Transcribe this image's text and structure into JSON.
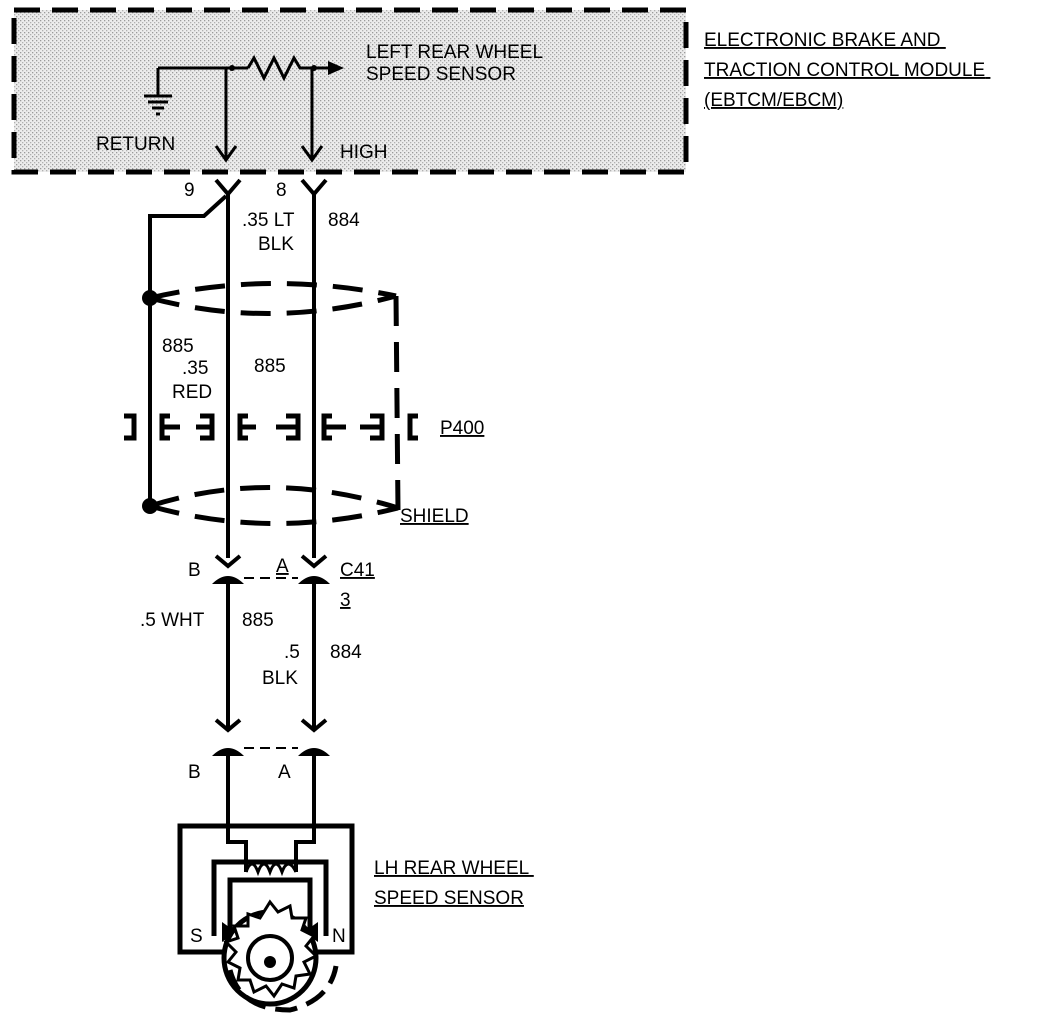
{
  "module": {
    "title_lines": [
      "ELECTRONIC BRAKE AND",
      "TRACTION CONTROL MODULE",
      "(EBTCM/EBCM)"
    ],
    "internal_label_lines": [
      "LEFT REAR WHEEL",
      "SPEED SENSOR"
    ],
    "return_label": "RETURN",
    "high_label": "HIGH"
  },
  "pins": {
    "left": "9",
    "right": "8"
  },
  "upper_wires": {
    "right_size_lines": [
      ".35 LT",
      "BLK"
    ],
    "right_circuit": "884",
    "drain_circuit": "885",
    "left_size_lines": [
      ".35",
      "RED"
    ],
    "left_circuit": "885"
  },
  "connector_p400": {
    "label": "P400"
  },
  "shield": {
    "label": "SHIELD"
  },
  "connector_c41": {
    "label": "C41",
    "sub_label": "3",
    "pin_left": "B",
    "pin_right": "A"
  },
  "lower_wires": {
    "left_size": ".5 WHT",
    "left_circuit": "885",
    "right_size_lines": [
      ".5",
      "BLK"
    ],
    "right_circuit": "884"
  },
  "sensor_connector": {
    "pin_left": "B",
    "pin_right": "A"
  },
  "sensor": {
    "label_lines": [
      "LH REAR WHEEL",
      "SPEED SENSOR"
    ],
    "pole_left": "S",
    "pole_right": "N"
  },
  "colors": {
    "ink": "#000000",
    "module_fill": "#e6e6e6"
  }
}
